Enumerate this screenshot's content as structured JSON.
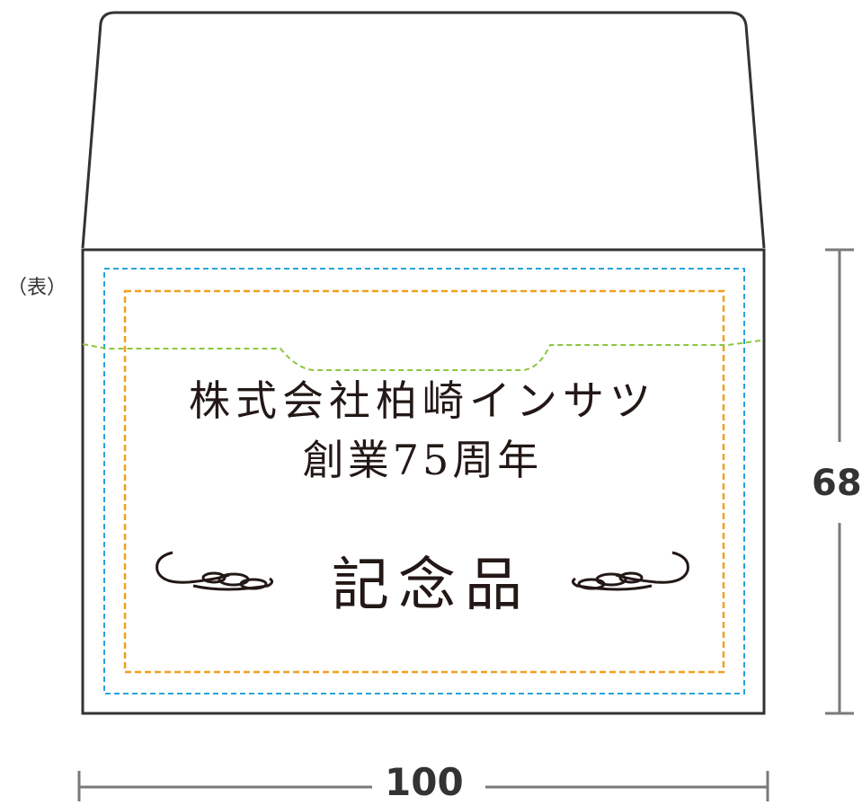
{
  "labels": {
    "side": "（表）",
    "height": "68",
    "width": "100"
  },
  "envelope": {
    "line1": "株式会社柏崎インサツ",
    "line2": "創業75周年",
    "line3": "記念品"
  },
  "colors": {
    "outline": "#333333",
    "bleed_line": "#29a3db",
    "safe_line": "#f0a020",
    "flap_fold_line": "#8cc63f",
    "text": "#231815",
    "dimension": "#7a7a7a"
  }
}
